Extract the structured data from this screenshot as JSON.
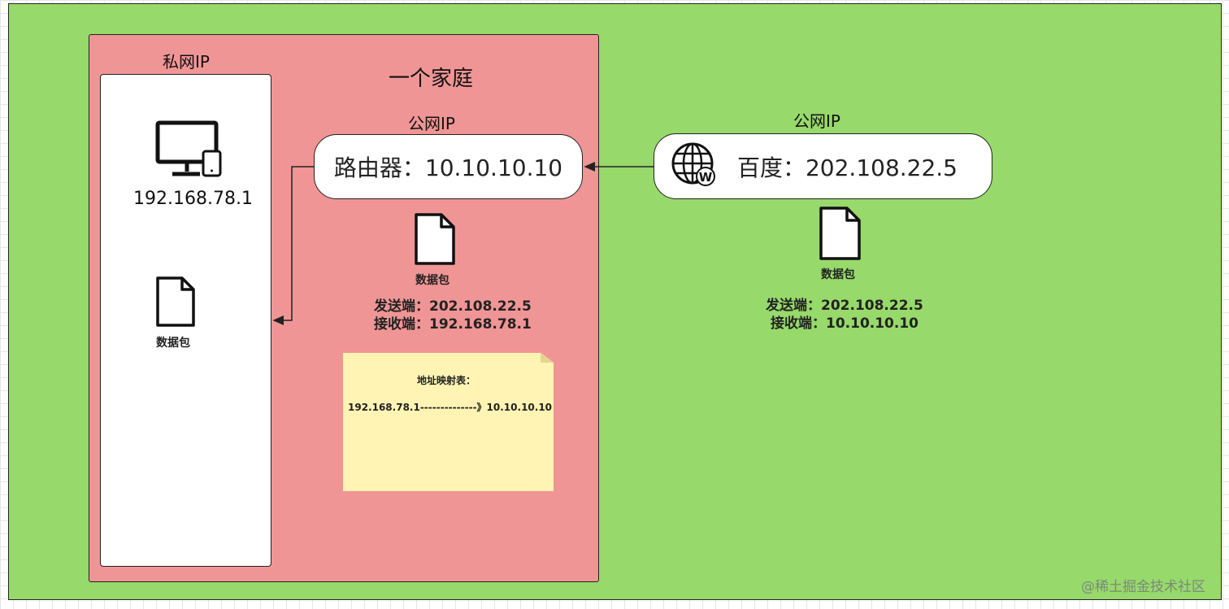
{
  "lan": {
    "title": "私网IP",
    "device_ip": "192.168.78.1",
    "packet_label": "数据包"
  },
  "home": {
    "title": "一个家庭",
    "public_ip_label": "公网IP",
    "router_text": "路由器：10.10.10.10",
    "packet_label": "数据包",
    "sender": "发送端：202.108.22.5",
    "receiver": "接收端：192.168.78.1",
    "note_title": "地址映射表：",
    "note_entry": "192.168.78.1--------------》10.10.10.10"
  },
  "internet": {
    "public_ip_label": "公网IP",
    "server_text": "百度：202.108.22.5",
    "packet_label": "数据包",
    "sender": "发送端：202.108.22.5",
    "receiver": "接收端：10.10.10.10"
  },
  "watermark": "@稀土掘金技术社区",
  "icons": {
    "device": "computer-and-phone-icon",
    "globe": "globe-www-icon",
    "document": "document-icon"
  },
  "colors": {
    "outer_bg": "#97d96b",
    "home_bg": "#f09595",
    "note_bg": "#fff4b3"
  }
}
